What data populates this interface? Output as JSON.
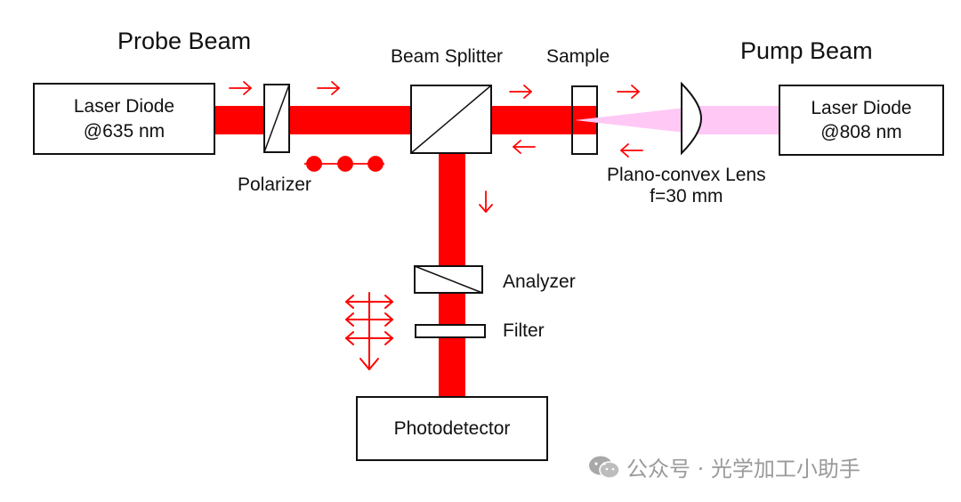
{
  "titles": {
    "probe": "Probe Beam",
    "pump": "Pump Beam"
  },
  "components": {
    "probe_laser": {
      "line1": "Laser Diode",
      "line2": "@635 nm"
    },
    "pump_laser": {
      "line1": "Laser Diode",
      "line2": "@808 nm"
    },
    "beam_splitter": "Beam Splitter",
    "sample": "Sample",
    "polarizer": "Polarizer",
    "lens": {
      "line1": "Plano-convex Lens",
      "line2": "f=30 mm"
    },
    "analyzer": "Analyzer",
    "filter": "Filter",
    "photodetector": "Photodetector"
  },
  "colors": {
    "probe_beam": "#ff0000",
    "pump_beam": "#ffc8f5",
    "outline": "#111111"
  },
  "watermark": {
    "icon": "wechat-icon",
    "text": "公众号 · 光学加工小助手"
  }
}
